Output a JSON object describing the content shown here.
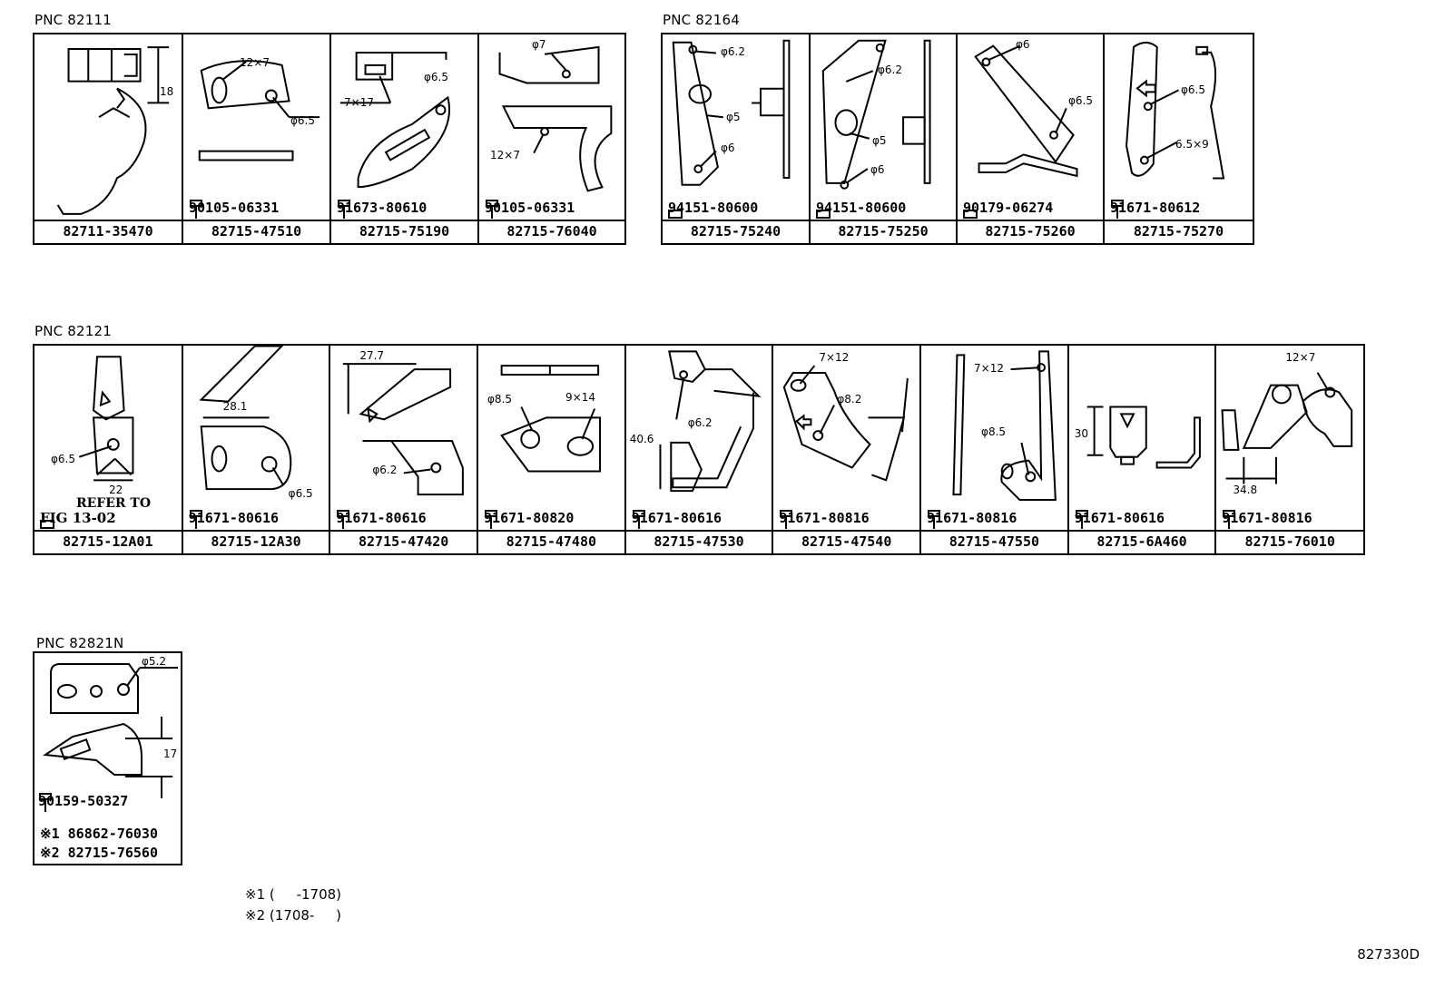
{
  "groups": [
    {
      "pnc": "PNC 82111",
      "cells": [
        {
          "part": "82711-35470",
          "bolt": "",
          "dims": [
            "18"
          ]
        },
        {
          "part": "82715-47510",
          "bolt": "90105-06331",
          "dims": [
            "12×7",
            "φ6.5"
          ]
        },
        {
          "part": "82715-75190",
          "bolt": "91673-80610",
          "dims": [
            "7×17",
            "φ6.5"
          ]
        },
        {
          "part": "82715-76040",
          "bolt": "90105-06331",
          "dims": [
            "φ7",
            "12×7"
          ]
        }
      ]
    },
    {
      "pnc": "PNC 82164",
      "cells": [
        {
          "part": "82715-75240",
          "bolt": "94151-80600",
          "dims": [
            "φ6.2",
            "φ5",
            "φ6"
          ]
        },
        {
          "part": "82715-75250",
          "bolt": "94151-80600",
          "dims": [
            "φ6.2",
            "φ5",
            "φ6"
          ]
        },
        {
          "part": "82715-75260",
          "bolt": "90179-06274",
          "dims": [
            "φ6",
            "φ6.5"
          ]
        },
        {
          "part": "82715-75270",
          "bolt": "91671-80612",
          "dims": [
            "φ6.5",
            "6.5×9"
          ]
        }
      ]
    },
    {
      "pnc": "PNC 82121",
      "cells": [
        {
          "part": "82715-12A01",
          "bolt": "",
          "dims": [
            "φ6.5",
            "22"
          ],
          "refer": [
            "REFER TO",
            "FIG 13-02"
          ]
        },
        {
          "part": "82715-12A30",
          "bolt": "91671-80616",
          "dims": [
            "28.1",
            "φ6.5"
          ]
        },
        {
          "part": "82715-47420",
          "bolt": "91671-80616",
          "dims": [
            "27.7",
            "φ6.2"
          ]
        },
        {
          "part": "82715-47480",
          "bolt": "91671-80820",
          "dims": [
            "φ8.5",
            "9×14"
          ]
        },
        {
          "part": "82715-47530",
          "bolt": "91671-80616",
          "dims": [
            "φ6.2",
            "40.6"
          ]
        },
        {
          "part": "82715-47540",
          "bolt": "91671-80816",
          "dims": [
            "7×12",
            "φ8.2"
          ]
        },
        {
          "part": "82715-47550",
          "bolt": "91671-80816",
          "dims": [
            "7×12",
            "φ8.5"
          ]
        },
        {
          "part": "82715-6A460",
          "bolt": "91671-80616",
          "dims": [
            "30"
          ]
        },
        {
          "part": "82715-76010",
          "bolt": "91671-80816",
          "dims": [
            "12×7",
            "34.8"
          ]
        }
      ]
    },
    {
      "pnc": "PNC 82821N",
      "cells": [
        {
          "part": "",
          "bolt": "90159-50327",
          "dims": [
            "φ5.2",
            "17"
          ],
          "notes": [
            "※1 86862-76030",
            "※2 82715-76560"
          ]
        }
      ]
    }
  ],
  "legend": [
    "※1 (     -1708)",
    "※2 (1708-     )"
  ],
  "diagram_code": "827330D"
}
